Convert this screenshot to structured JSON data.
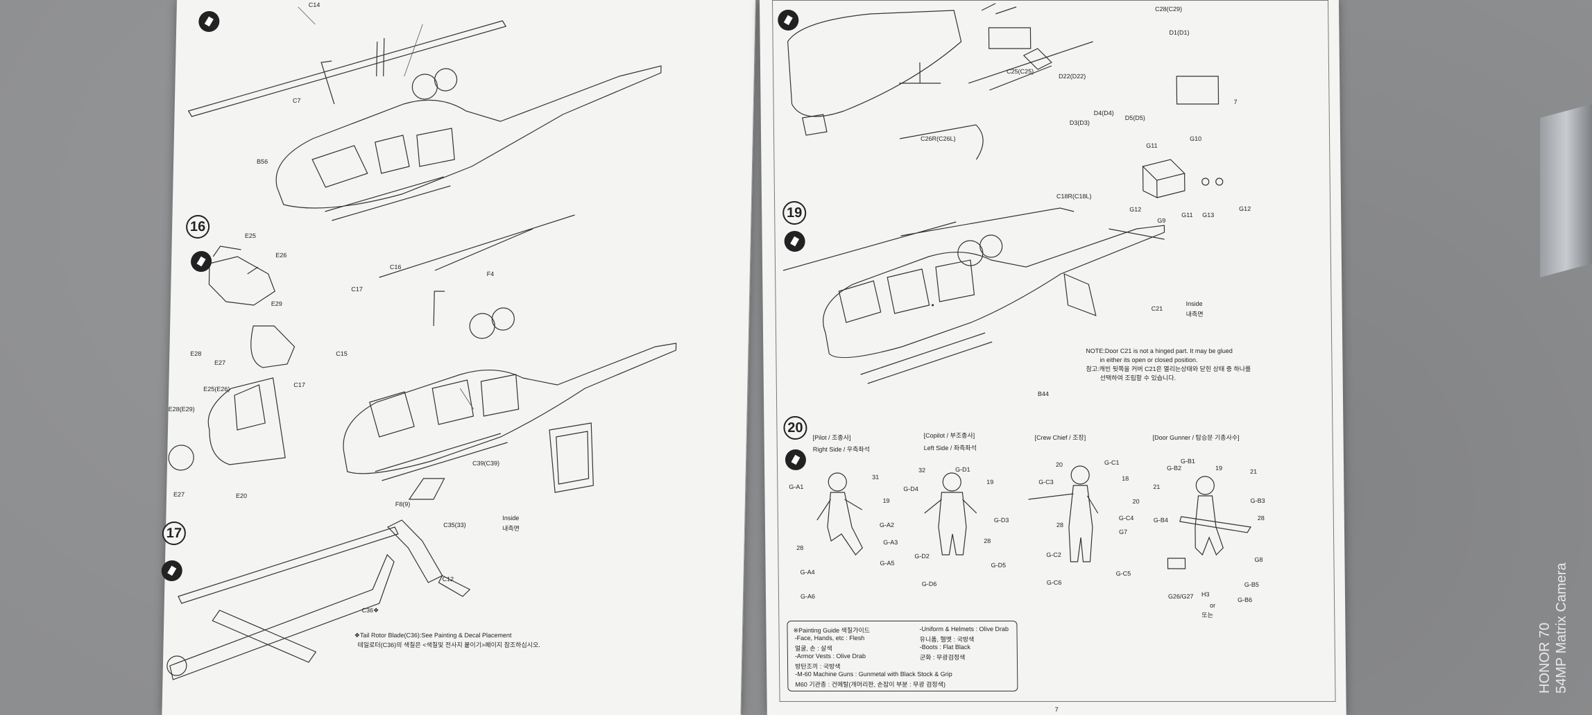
{
  "steps": {
    "s16": "16",
    "s17": "17",
    "s19": "19",
    "s20": "20"
  },
  "left_labels": {
    "c14": "C14",
    "c7": "C7",
    "b56": "B56",
    "e25": "E25",
    "e26": "E26",
    "e29": "E29",
    "e28": "E28",
    "e27": "E27",
    "e25e26": "E25(E26)",
    "e28e29": "E28(E29)",
    "e27b": "E27",
    "e20": "E20",
    "c16": "C16",
    "f4": "F4",
    "c17top": "C17",
    "c15": "C15",
    "c17": "C17",
    "c39": "C39(C39)",
    "f8": "F8(9)",
    "c35": "C35(33)",
    "inside": "Inside",
    "inside_kr": "내측면",
    "c12": "C12",
    "c36": "C36❖"
  },
  "tail_note": {
    "line1": "❖Tail Rotor Blade(C36):See Painting & Decal Placement",
    "line2": "테일로터(C36)의 색칠은 <색칠및 전사지 붙이기>페이지 참조하십시오."
  },
  "right_labels": {
    "c28": "C28(C29)",
    "d1": "D1(D1)",
    "c25": "C25(C25)",
    "d22": "D22(D22)",
    "d4": "D4(D4)",
    "d5": "D5(D5)",
    "d3": "D3(D3)",
    "c26": "C26R(C26L)",
    "c18": "C18R(C18L)",
    "num7": "7",
    "g11": "G11",
    "g10": "G10",
    "g12": "G12",
    "g9": "G9",
    "g11b": "G11",
    "g13": "G13",
    "g12b": "G12",
    "c21": "C21",
    "inside": "Inside",
    "inside_kr": "내측면",
    "b44": "B44"
  },
  "note": {
    "line1": "NOTE:Door C21 is not a hinged part. It may be glued",
    "line2": "in either its open or closed position.",
    "line3": "참고:캐빈 뒷쪽을 커버 C21은 열리는상태와 닫힌 상태 중 하나를",
    "line4": "선택하여 조립할 수 있습니다."
  },
  "figures": {
    "pilot": "[Pilot / 조종사]",
    "pilot_side": "Right Side / 우측좌석",
    "copilot": "[Copilot / 부조종사]",
    "copilot_side": "Left Side / 좌측좌석",
    "crew": "[Crew Chief / 조장]",
    "gunner": "[Door Gunner / 탑승문 기총사수]"
  },
  "fig_labels": {
    "ga1": "G-A1",
    "n31": "31",
    "n19a": "19",
    "n28a": "28",
    "ga2": "G-A2",
    "ga3": "G-A3",
    "ga4": "G-A4",
    "ga5": "G-A5",
    "ga6": "G-A6",
    "n32": "32",
    "gd1": "G-D1",
    "gd4": "G-D4",
    "n19b": "19",
    "gd3": "G-D3",
    "gd2": "G-D2",
    "n28b": "28",
    "gd6": "G-D6",
    "gd5": "G-D5",
    "n20a": "20",
    "gc1": "G-C1",
    "gc3": "G-C3",
    "n18": "18",
    "n20b": "20",
    "gc4": "G-C4",
    "n28c": "28",
    "g7": "G7",
    "gc2": "G-C2",
    "gc6": "G-C6",
    "gc5": "G-C5",
    "gb1": "G-B1",
    "gb2": "G-B2",
    "n19c": "19",
    "n21a": "21",
    "n21b": "21",
    "gb3": "G-B3",
    "gb4": "G-B4",
    "n28d": "28",
    "g8": "G8",
    "gb5": "G-B5",
    "gb6": "G-B6",
    "g26": "G26/G27",
    "h3": "H3",
    "or": "or",
    "kr_or": "또는"
  },
  "legend": {
    "title": "※Painting Guide 색칠가이드",
    "l1": "-Face, Hands, etc : Flesh",
    "l2": "얼굴, 손 : 살색",
    "l3": "-Armor Vests : Olive Drab",
    "l4": "방탄조끼 : 국방색",
    "l5": "-M-60 Machine Guns : Gunmetal with Black Stock & Grip",
    "l6": "M60 기관총 : 건메탈(개머리판, 손잡이 부분 : 무광 검정색)",
    "r1": "-Uniform & Helmets : Olive Drab",
    "r2": "유니폼, 헬멧 : 국방색",
    "r3": "-Boots : Flat Black",
    "r4": "군화 : 무광검정색"
  },
  "watermark": {
    "line1": "HONOR 70",
    "line2": "54MP Matrix Camera"
  },
  "page_number": "7"
}
